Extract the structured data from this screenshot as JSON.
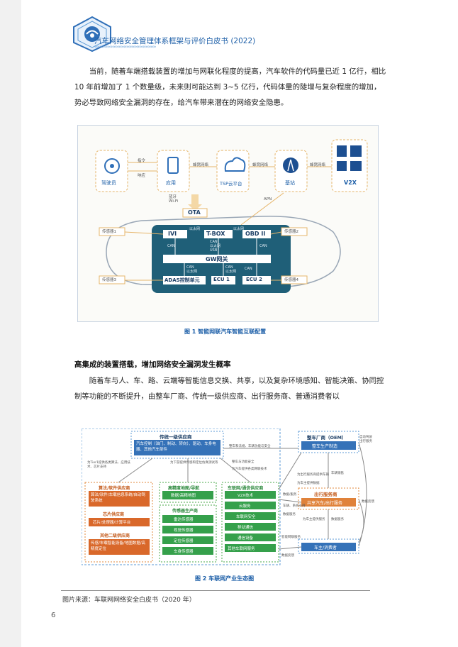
{
  "header": {
    "title": "汽车网络安全管理体系框架与评价白皮书 (2022)",
    "arrows": "››››››››››››››››››››››››››››››››››››››››››››››››"
  },
  "paragraph1": "当前，随着车端搭载装置的增加与网联化程度的提高，汽车软件的代码量已近 1 亿行，相比 10 年前增加了 1 个数量级，未来则可能达到 3~5 亿行，代码体量的陡增与复杂程度的增加，势必导致网络安全漏洞的存在，给汽车带来潜在的网络安全隐患。",
  "figure1": {
    "caption": "图 1 智能网联汽车智能互联配置",
    "nodes": {
      "driver": "驾驶员",
      "app": "应用",
      "tsp": "TSP云平台",
      "base": "基站",
      "v2x": "V2X",
      "ota": "OTA",
      "ivi": "IVI",
      "tbox": "T-BOX",
      "obd": "OBD II",
      "gw": "GW网关",
      "adas": "ADAS控制单元",
      "ecu1": "ECU 1",
      "ecu2": "ECU 2",
      "sensor1": "传感器1",
      "sensor2": "传感器2",
      "sensor3": "传感器3",
      "sensor4": "传感器4"
    },
    "links": {
      "cmd": "指令",
      "feedback": "响应",
      "cellular1": "蜂窝网络",
      "cellular2": "蜂窝网络",
      "cellular3": "蜂窝网络",
      "bt_wifi": "蓝牙\nWi-Fi",
      "apn": "APN",
      "eth1": "以太网",
      "eth2": "以太网",
      "can_a": "CAN",
      "can_b": "CAN",
      "can_c": "CAN",
      "tbox_bus": "CAN\n以太网\nUSB",
      "bus1": "CAN\n以太网",
      "bus2": "CAN\n以太网"
    }
  },
  "heading2": "高集成的装置搭载，增加网络安全漏洞发生概率",
  "paragraph2": "随着车与人、车、路、云端等智能信息交换、共享，以及复杂环境感知、智能决策、协同控制等功能的不断提升，由整车厂商、传统一级供应商、出行服务商、普通消费者以",
  "figure2": {
    "caption": "图 2 车联网产业生态图",
    "tier1": {
      "title": "传统一级供应商",
      "desc": "汽车控制（油门、制动、转向）、驱动、车身电器、其他汽车部件"
    },
    "oem": {
      "title": "整车厂商（OEM）",
      "item": "整车生产制造"
    },
    "mobility": {
      "title": "出行服务商",
      "item": "共享汽车/出行服务"
    },
    "consumer": {
      "item": "车主/消费者"
    },
    "algo": {
      "title": "算法/软件供应商",
      "item": "算法/软件/车载信息系统/自动驾驶系统"
    },
    "chip": {
      "title": "芯片供应商",
      "item": "芯片/处理器/计算平台"
    },
    "other": {
      "title": "其他二级供应商",
      "item": "传感/车载智能设备/地图数据/高精度定位"
    },
    "hdmap": {
      "title": "高精度地图/导航",
      "item": "数据/高精地图"
    },
    "sensormfr": {
      "title": "传感器生产商",
      "items": [
        "雷达传感器",
        "视觉传感器",
        "定位传感器",
        "车身传感器"
      ]
    },
    "telecom": {
      "title": "车联网/通信供应商",
      "items": [
        "V2X技术",
        "云服务",
        "车联网安全",
        "移动通信",
        "通信设备",
        "其他车联网服务"
      ]
    },
    "notes": {
      "n1": "为Tier1提供各类算法、应用技术、芯片支持",
      "n2": "为下游提供传感和定位仿真测试等",
      "n3": "整车和法规、车辆功能与安全",
      "n4": "整车与功能安全",
      "n5": "为汽车提供各类网联技术",
      "n6": "为出行服务商提供车辆",
      "n7": "数据/服务",
      "n8": "车辆、系统支持",
      "n9": "数据服务",
      "n10": "为车主提供服务",
      "n11": "智能网联服务",
      "n12": "数据反馈",
      "n13": "车辆销售",
      "n14": "数据反馈",
      "n15": "自动驾驶出行服务",
      "n16": "为车主提供数据",
      "n17": "数据服务"
    }
  },
  "source": "图片来源：车联网网络安全白皮书（2020 年）",
  "page_number": "6"
}
